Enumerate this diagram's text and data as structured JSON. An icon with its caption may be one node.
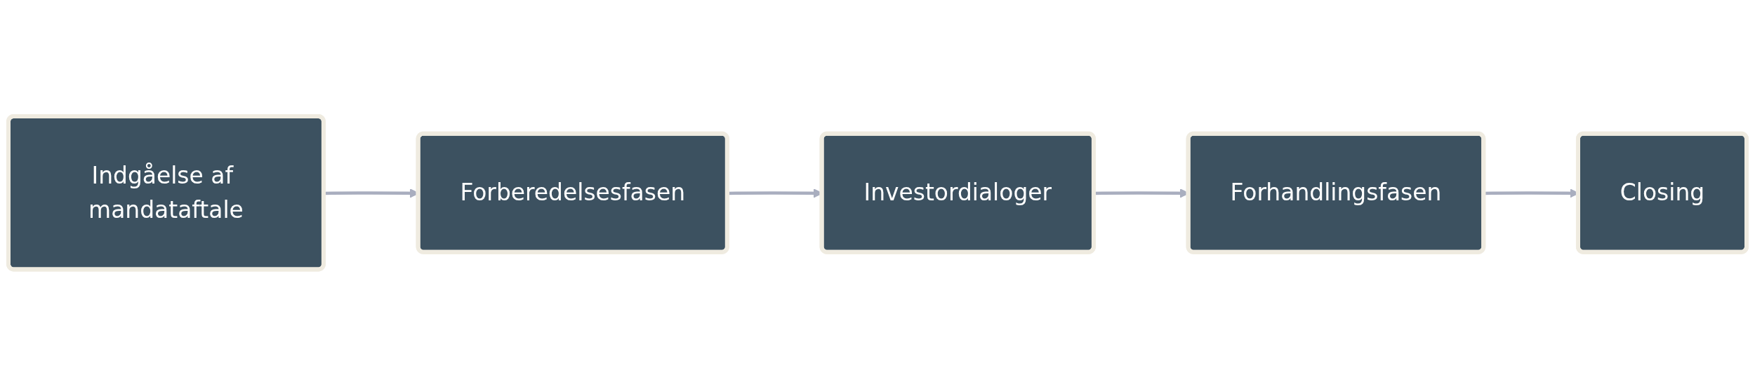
{
  "diagram": {
    "nodes": [
      {
        "text": [
          "Indgåelse af mandataftale"
        ]
      },
      {
        "text": [
          "Forberedelsesfasen"
        ]
      },
      {
        "text": [
          "Investordialoger"
        ]
      },
      {
        "text": [
          "Forhandlingsfasen"
        ]
      },
      {
        "text": [
          "Closing"
        ]
      }
    ],
    "edges": [
      {
        "from": 0,
        "to": 1,
        "arrow": "to"
      },
      {
        "from": 1,
        "to": 2,
        "arrow": "to"
      },
      {
        "from": 2,
        "to": 3,
        "arrow": "to"
      },
      {
        "from": 3,
        "to": 4,
        "arrow": "to"
      }
    ]
  }
}
